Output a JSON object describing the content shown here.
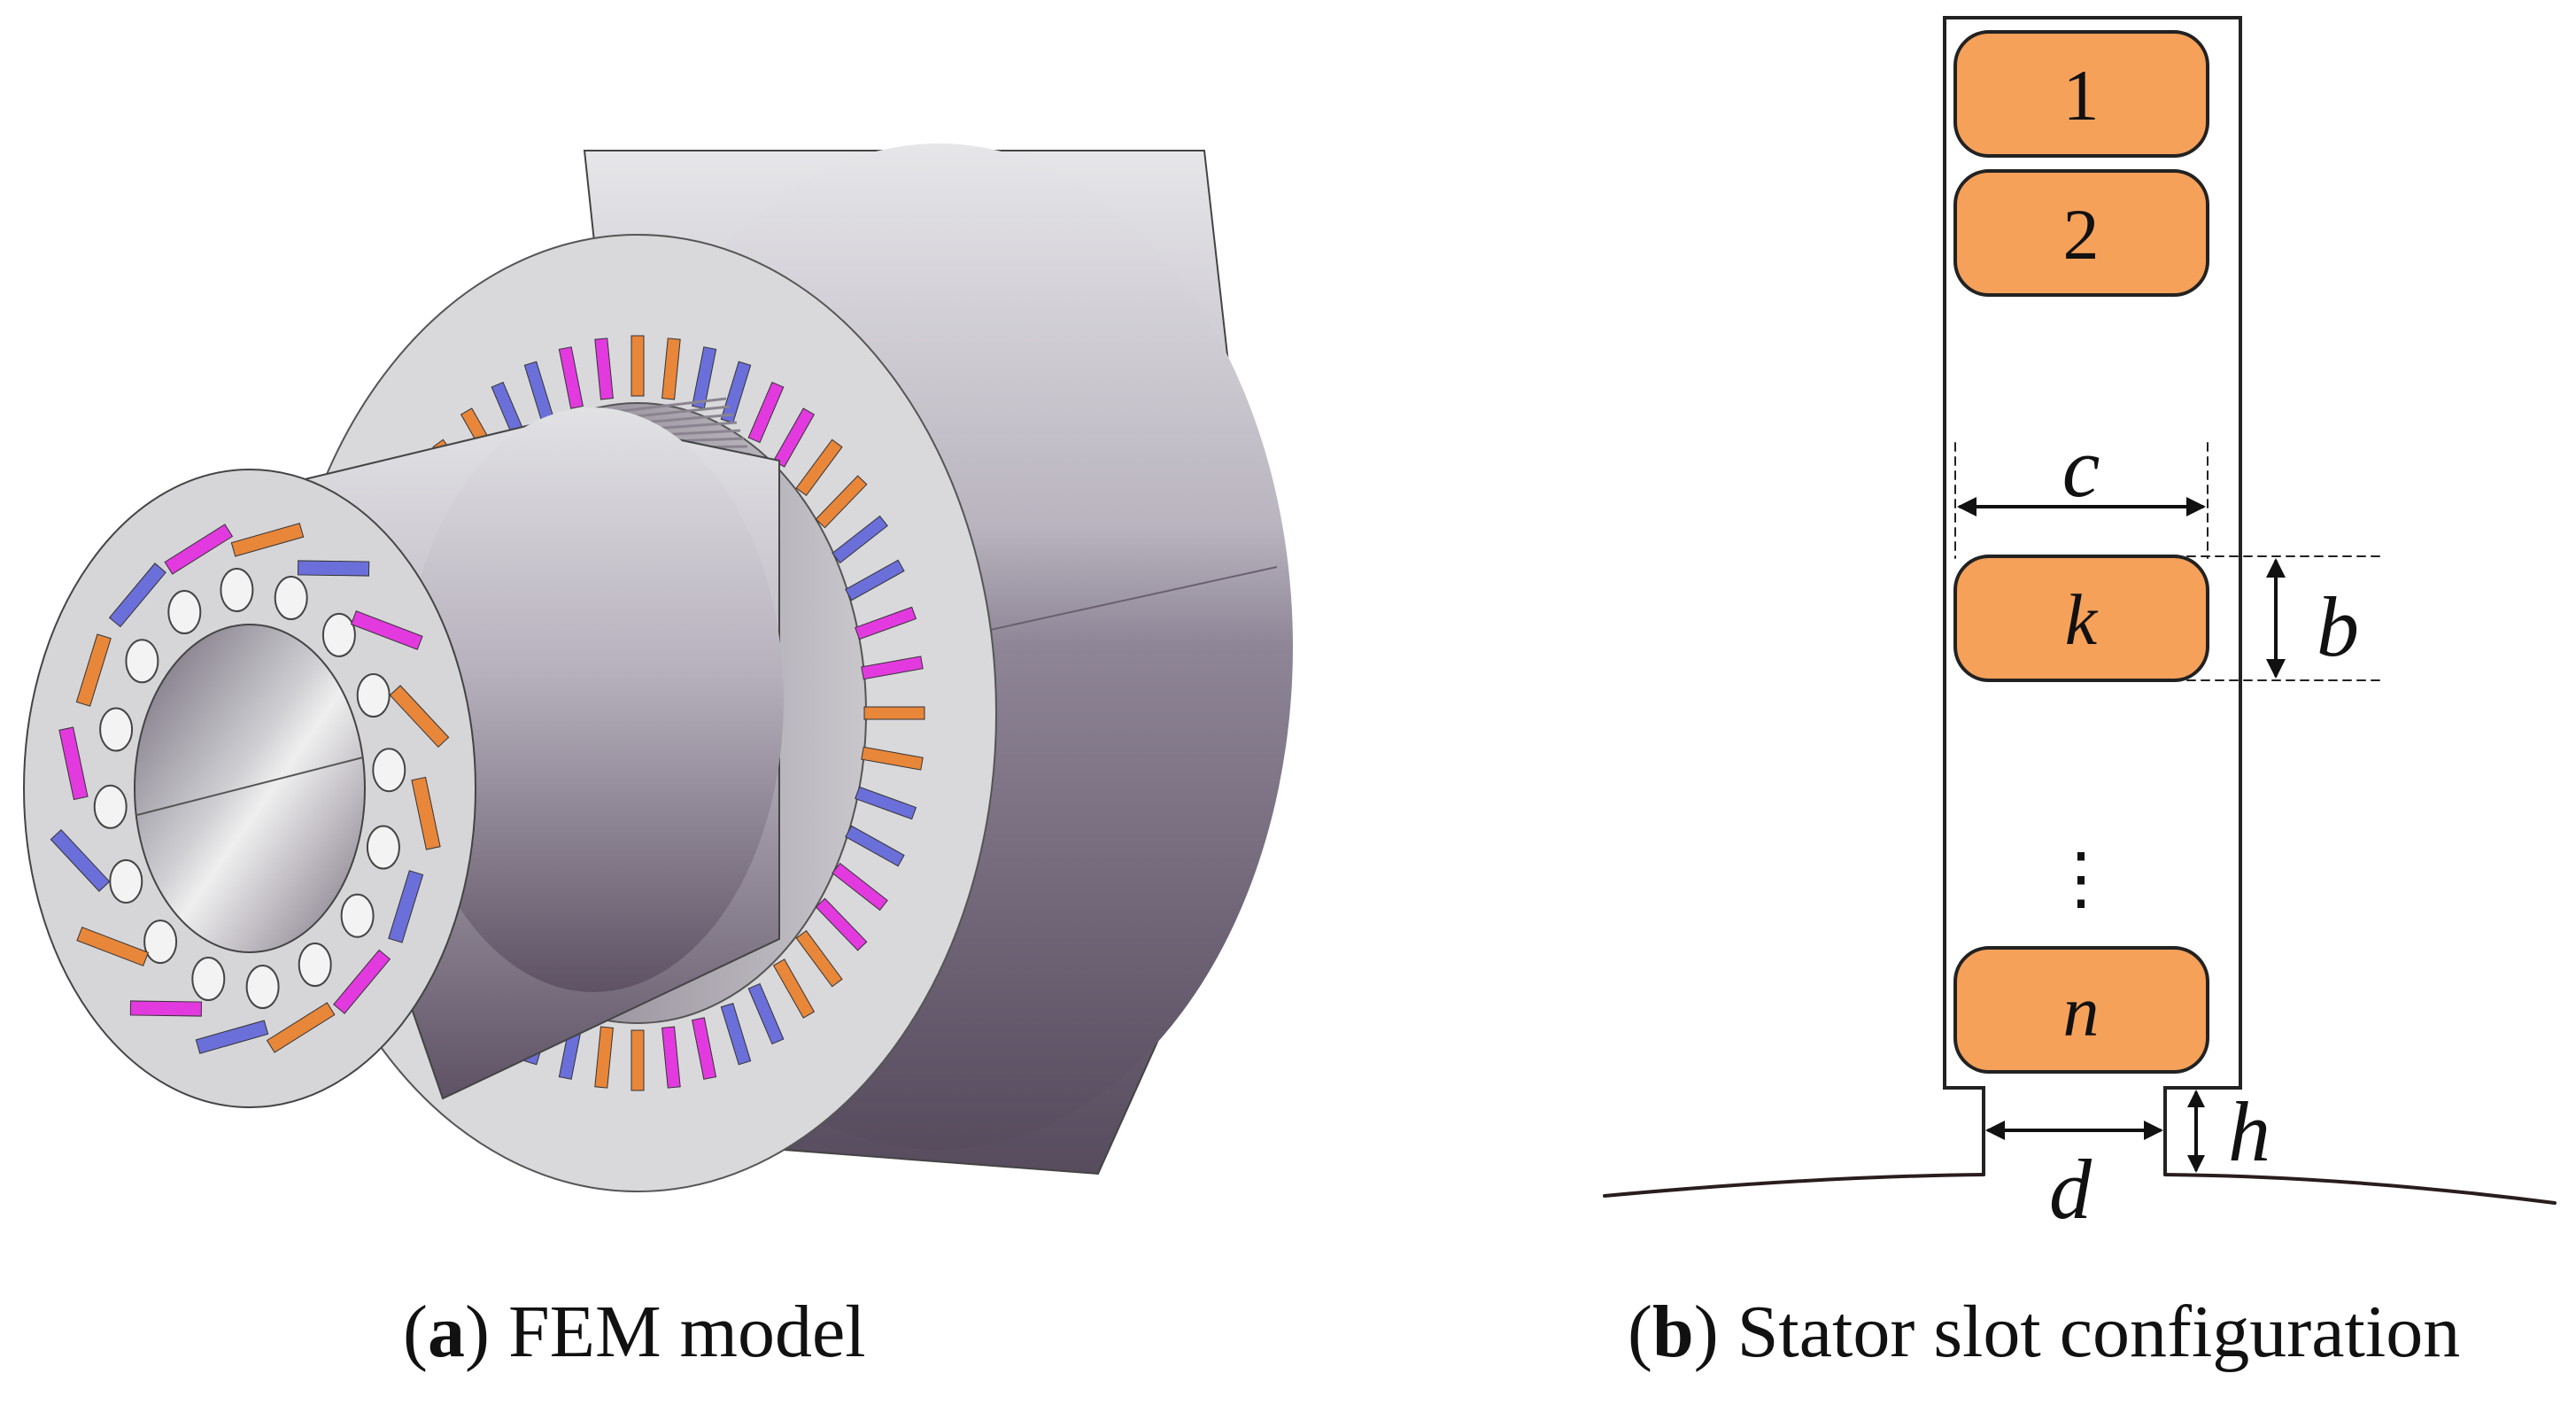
{
  "panel_a": {
    "letter": "a",
    "caption_text": "FEM model"
  },
  "panel_b": {
    "letter": "b",
    "caption_text": "Stator slot configuration",
    "conductor_labels": [
      "1",
      "2",
      "k",
      "n"
    ],
    "ellipsis": "⋮",
    "dimension_labels": {
      "width": "c",
      "height": "b",
      "opening": "d",
      "opening_depth": "h"
    }
  },
  "colors": {
    "conductor_fill": "#f5a15a",
    "phase_orange": "#e8863a",
    "phase_blue": "#6b6fd9",
    "phase_magenta": "#e23adf",
    "steel_light": "#d9d9dc",
    "steel_dark": "#5e5264",
    "outline": "#222222"
  }
}
